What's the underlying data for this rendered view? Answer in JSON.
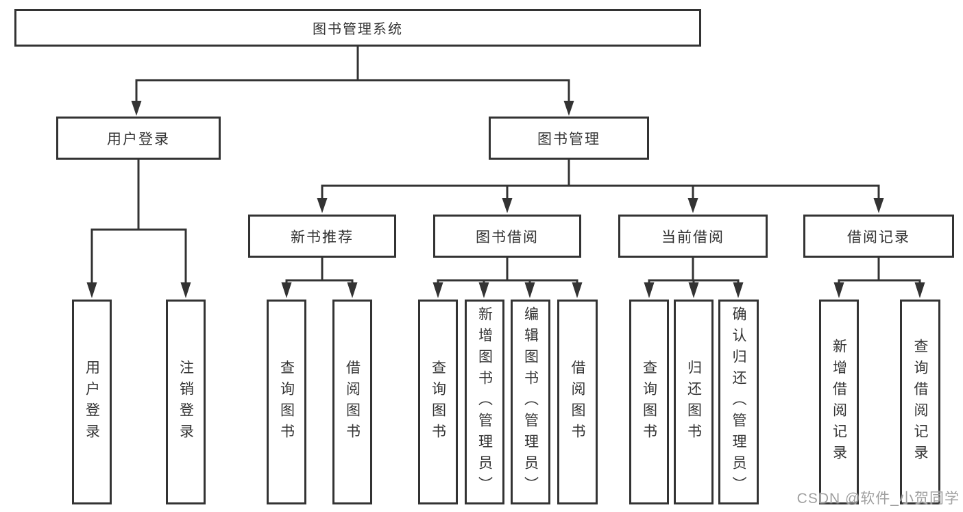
{
  "diagram": {
    "root": {
      "label": "图书管理系统"
    },
    "level2": [
      {
        "label": "用户登录"
      },
      {
        "label": "图书管理"
      }
    ],
    "level3": [
      {
        "label": "新书推荐"
      },
      {
        "label": "图书借阅"
      },
      {
        "label": "当前借阅"
      },
      {
        "label": "借阅记录"
      }
    ],
    "leaves": [
      {
        "label": "用户登录"
      },
      {
        "label": "注销登录"
      },
      {
        "label": "查询图书"
      },
      {
        "label": "借阅图书"
      },
      {
        "label": "查询图书"
      },
      {
        "label": "新增图书（管理员）"
      },
      {
        "label": "编辑图书（管理员）"
      },
      {
        "label": "借阅图书"
      },
      {
        "label": "查询图书"
      },
      {
        "label": "归还图书"
      },
      {
        "label": "确认归还（管理员）"
      },
      {
        "label": "新增借阅记录"
      },
      {
        "label": "查询借阅记录"
      }
    ],
    "watermark": "CSDN @软件_小贺同学",
    "colors": {
      "ink": "#333333",
      "background": "#ffffff",
      "watermark": "#a0a0a0"
    }
  }
}
